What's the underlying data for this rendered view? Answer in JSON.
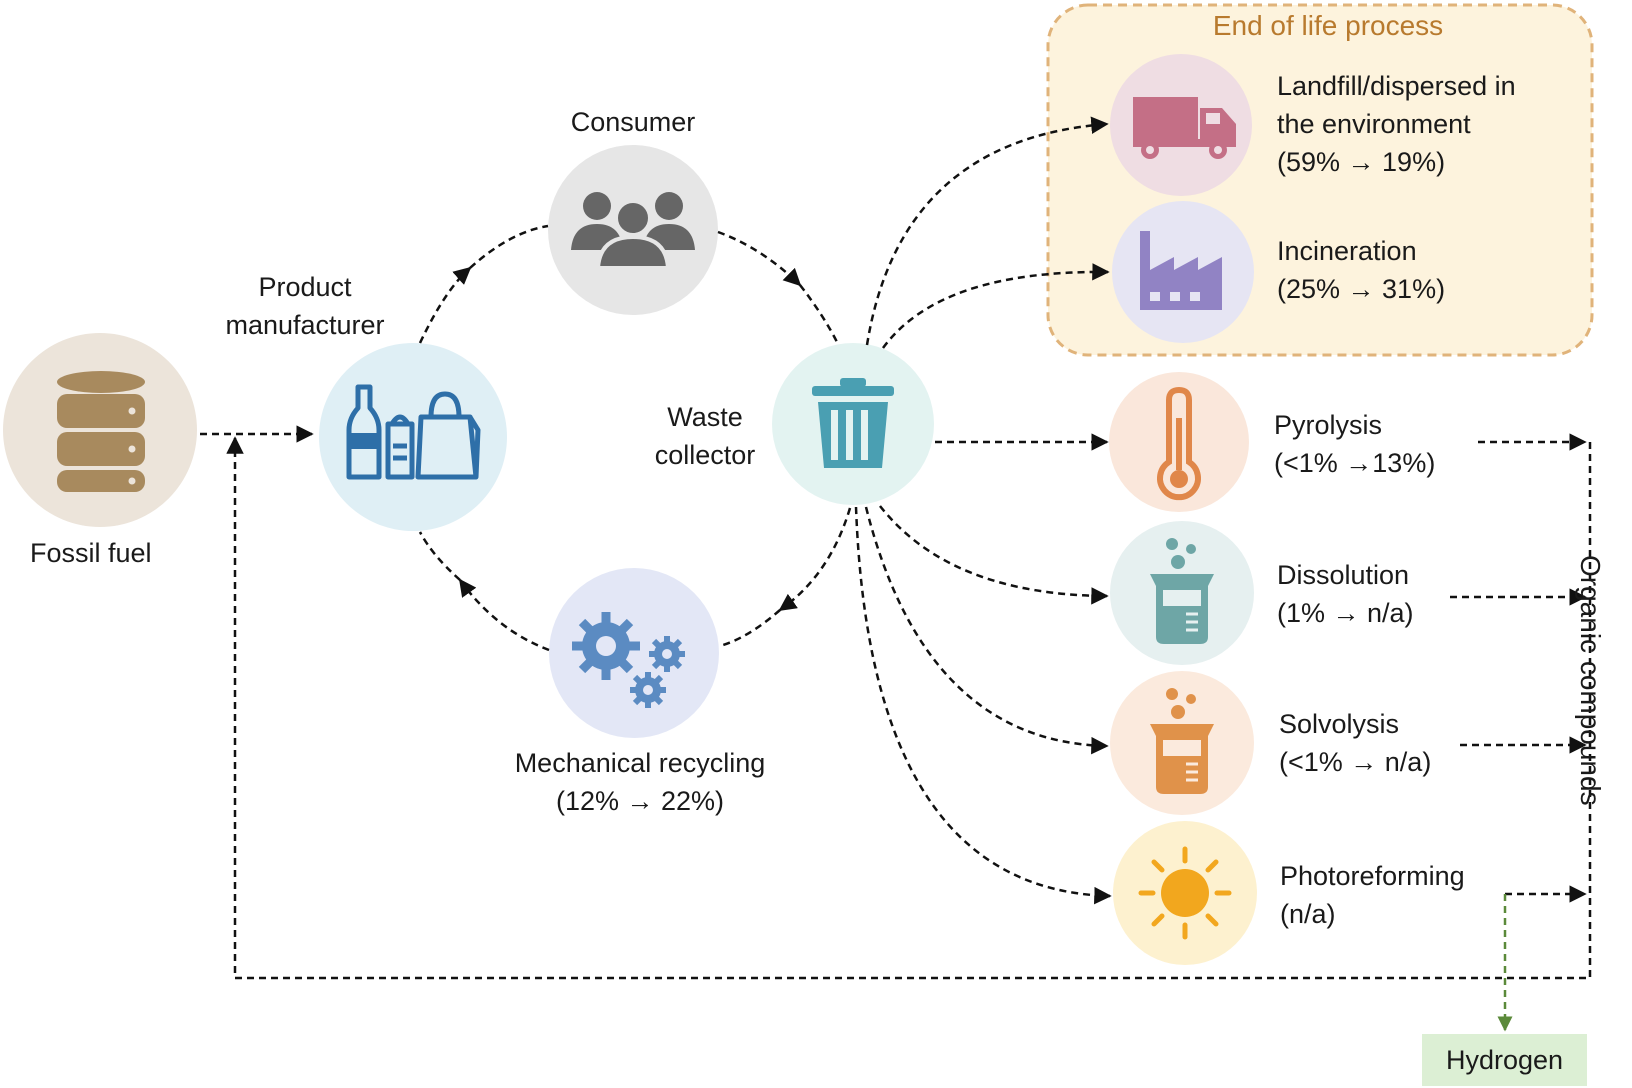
{
  "nodes": {
    "fossil_fuel": "Fossil fuel",
    "product_manufacturer": [
      "Product",
      "manufacturer"
    ],
    "consumer": "Consumer",
    "waste_collector": [
      "Waste",
      "collector"
    ],
    "mechanical_recycling": [
      "Mechanical recycling",
      "(12% → 22%)"
    ]
  },
  "end_of_life": {
    "title": "End of life process",
    "landfill": [
      "Landfill/dispersed in",
      "the environment",
      "(59% → 19%)"
    ],
    "incineration": [
      "Incineration",
      "(25% → 31%)"
    ]
  },
  "processes": {
    "pyrolysis": [
      "Pyrolysis",
      "(<1% →13%)"
    ],
    "dissolution": [
      "Dissolution",
      "(1% → n/a)"
    ],
    "solvolysis": [
      "Solvolysis",
      "(<1% → n/a)"
    ],
    "photoreforming": [
      "Photoreforming",
      "(n/a)"
    ]
  },
  "outputs": {
    "organic_compounds": "Organic compounds",
    "hydrogen": "Hydrogen"
  },
  "colors": {
    "fossil_fuel": "#a88a5e",
    "manufacturer": "#2e6fa8",
    "consumer": "#666666",
    "waste": "#4a9fb2",
    "recycling": "#5b8bc2",
    "landfill": "#c46f86",
    "incineration": "#9183c4",
    "pyrolysis": "#e0874a",
    "dissolution": "#6ea6a6",
    "solvolysis": "#e0924a",
    "photoreforming": "#f2a71e",
    "eol_border": "#e0b37a",
    "hydrogen_arrow": "#5b8a3a"
  }
}
